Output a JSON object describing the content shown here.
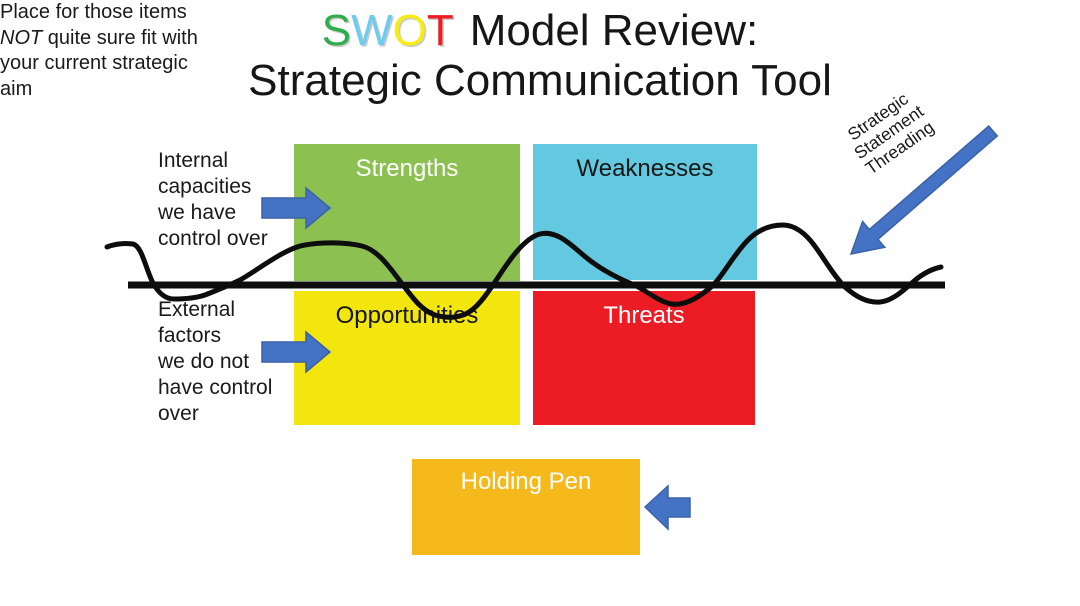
{
  "title": {
    "swot_letters": [
      {
        "char": "S",
        "color": "#2eaf4b"
      },
      {
        "char": "W",
        "color": "#6dcdf0"
      },
      {
        "char": "O",
        "color": "#f7ec13"
      },
      {
        "char": "T",
        "color": "#ee1c25"
      }
    ],
    "line1_rest": "Model Review:",
    "line2": "Strategic Communication Tool"
  },
  "quadrants": [
    {
      "id": "strengths",
      "label": "Strengths",
      "bg": "#8cc152",
      "fg": "#ffffff"
    },
    {
      "id": "weaknesses",
      "label": "Weaknesses",
      "bg": "#63c9e0",
      "fg": "#161616"
    },
    {
      "id": "opportunities",
      "label": "Opportunities",
      "bg": "#f2e60e",
      "fg": "#161616"
    },
    {
      "id": "threats",
      "label": "Threats",
      "bg": "#ec1c24",
      "fg": "#ffffff"
    }
  ],
  "holding_pen": {
    "label": "Holding Pen",
    "bg": "#f5b91c",
    "fg": "#ffffff"
  },
  "annotations": {
    "internal": "Internal\ncapacities\nwe have\ncontrol over",
    "external": "External\nfactors\nwe do not\nhave control\nover",
    "threading": "Strategic\nStatement\nThreading",
    "holding_note": {
      "line1": "Place for those items",
      "line2_italic": "NOT",
      "line2_rest": " quite sure fit with",
      "line3": "your current strategic",
      "line4": "aim"
    }
  },
  "colors": {
    "arrow_blue": "#4472c4",
    "arrow_edge": "#3a62a7",
    "ink": "#0d0d0d"
  }
}
